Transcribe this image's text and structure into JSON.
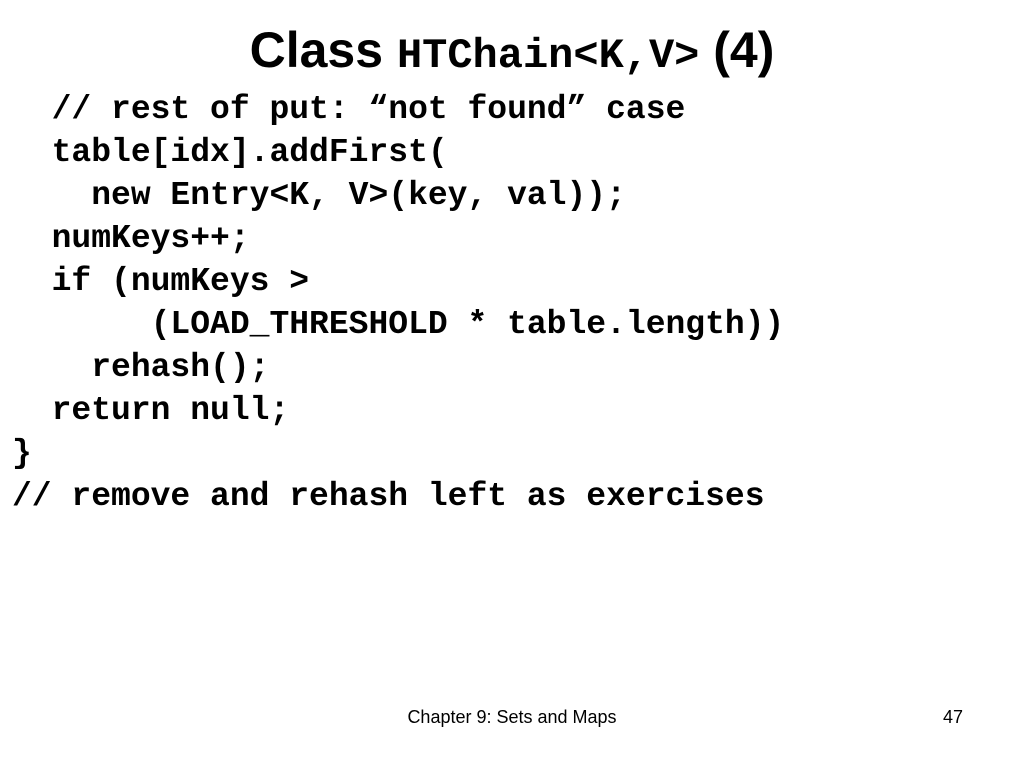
{
  "slide": {
    "title": {
      "prefix": "Class ",
      "class_name": "HTChain<K,V>",
      "suffix": " (4)"
    },
    "code_lines": [
      "  // rest of put: “not found” case",
      "  table[idx].addFirst(",
      "    new Entry<K, V>(key, val));",
      "  numKeys++;",
      "  if (numKeys >",
      "       (LOAD_THRESHOLD * table.length))",
      "    rehash();",
      "  return null;",
      "}",
      "// remove and rehash left as exercises"
    ],
    "footer": {
      "chapter": "Chapter 9: Sets and Maps",
      "page_number": "47"
    }
  }
}
